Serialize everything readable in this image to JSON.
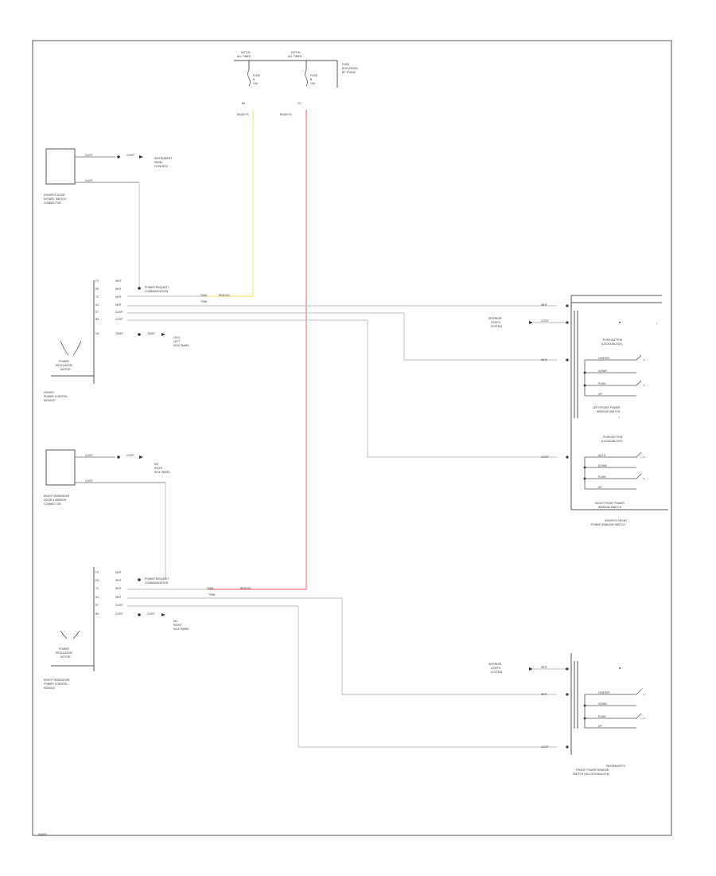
{
  "fuses": {
    "f1": {
      "hdr1": "HOT IN",
      "hdr2": "ALL TIMES",
      "lines": [
        "FUSE",
        "A",
        "10A"
      ],
      "pin": "B5",
      "connector": "REAR FS"
    },
    "f2": {
      "hdr1": "HOT IN",
      "hdr2": "ALL TIMES",
      "lines": [
        "FUSE",
        "B",
        "10A"
      ],
      "pin": "C3",
      "connector": "REAR FS"
    },
    "fuse_box_lines": [
      "FUSE",
      "BOX (REAR)",
      "BY TRUNK"
    ]
  },
  "drv_body": {
    "lines": [
      "DRIVER'S DOOR",
      "ROTARY SWITCH",
      "CONNECTOR"
    ],
    "w1": "CLR/T",
    "w1_dest": [
      "INSTRUMENT",
      "PANEL",
      "FUSE BOX"
    ],
    "w2": "CLR/T"
  },
  "drv_module": {
    "lines": [
      "DRIVER",
      "POWER CONTROL",
      "MODULE"
    ],
    "label": [
      "POWER",
      "REGULATOR",
      "MOTOR"
    ],
    "pins": [
      "F2",
      "E5",
      "T2",
      "A1",
      "E7",
      "B3",
      "D4"
    ],
    "wires": [
      "WHT",
      "WHT",
      "WHT",
      "WHT",
      "CLR/T",
      "CLR/T",
      "TAN/T"
    ],
    "splice": [
      "POWER REQUEST",
      "COMMUNICATION"
    ],
    "red_wire": "RED/YEL",
    "ground": [
      "G304",
      "TRIM"
    ],
    "gnd_label": [
      "G101",
      "LEFT",
      "KICK PANEL"
    ]
  },
  "rp_body": {
    "lines": [
      "RIGHT PASSENGER",
      "DOOR & MIRROR",
      "CONNECTOR"
    ],
    "w1": "CLR/T",
    "w1_dest": [
      "NO",
      "RIGHT",
      "KICK PANEL"
    ],
    "w2": "CLR/T"
  },
  "pass_module": {
    "lines": [
      "RIGHT PASSENGER",
      "POWER CONTROL",
      "MODULE"
    ],
    "label": [
      "POWER",
      "REGULATOR",
      "MOTOR"
    ],
    "pins": [
      "F2",
      "E5",
      "T2",
      "A1",
      "E7",
      "B3"
    ],
    "wires": [
      "WHT",
      "WHT",
      "WHT",
      "WHT",
      "CLR/T",
      "CLR/T"
    ],
    "splice": [
      "POWER REQUEST",
      "COMMUNICATION"
    ],
    "red_wire": "RED/YEL",
    "ground": [
      "G304",
      "TRIM"
    ],
    "gnd_label": [
      "NO",
      "RIGHT",
      "KICK PANEL"
    ]
  },
  "master_switch": {
    "interior": [
      "INTERIOR",
      "LIGHTS",
      "SYSTEM"
    ],
    "wires": [
      "WHT",
      "CLR/T",
      "WHT",
      "CLR/T"
    ],
    "s1": [
      "PUSH BUTTON",
      "(LOCK/UNLOCK)"
    ],
    "s1_labels": [
      "CENTER",
      "DOWN",
      "PUSH",
      "UP"
    ],
    "s1_title": [
      "LEFT FRONT POWER",
      "WINDOW SWITCH"
    ],
    "s2": [
      "PUSH BUTTON",
      "(LOCK/UNLOCK)"
    ],
    "s2_labels": [
      "AUTO",
      "DOWN",
      "PUSH",
      "UP"
    ],
    "s2_title": [
      "RIGHT FRONT POWER",
      "WINDOW SWITCH"
    ],
    "footer": [
      "DRIVER'S FRONT",
      "POWER WINDOW SWITCH"
    ]
  },
  "pass_switch": {
    "interior": [
      "INTERIOR",
      "LIGHTS",
      "SYSTEM"
    ],
    "wires": [
      "WHT",
      "WHT",
      "CLR/T"
    ],
    "labels": [
      "CENTER",
      "DOWN",
      "PUSH",
      "UP"
    ],
    "footer": [
      "PASSENGER'S",
      "FRONT POWER WINDOW",
      "SWITCH (W/ LOCK/UNLOCK)"
    ]
  },
  "footer_tag": "W4800"
}
